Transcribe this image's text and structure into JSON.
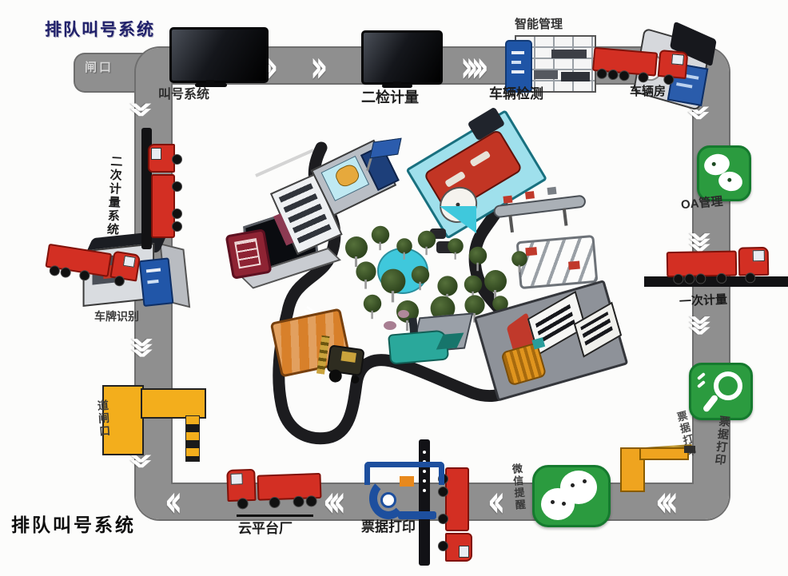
{
  "titles": {
    "top_left": "排队叫号系统",
    "bottom_left": "排队叫号系统"
  },
  "labels": {
    "gate_stub": "闸口",
    "queue_monitor": "叫号系统",
    "second_check": "二检计量",
    "smart_manage": "智能管理",
    "vehicle_detect": "车辆检测",
    "vehicle_house": "车辆房",
    "oa_manage": "OA管理",
    "first_weigh": "一次计量",
    "ticket_print_right": "票据打印",
    "ticket_print_right2": "票据打印",
    "wechat_notice": "微信提醒",
    "ticket_print_bottom": "票据打印",
    "cloud_platform": "云平台厂",
    "barrier_gate": "道闸口",
    "plate_recog": "车牌识别",
    "second_weigh_system": "二次计量系统"
  },
  "glyphs": {
    "c1": "›",
    "c2": "››",
    "c3": "›››",
    "c4": "››››",
    "l1": "‹",
    "l2": "‹‹",
    "l3": "‹‹‹"
  },
  "colors": {
    "road": "#8f8f8f",
    "road_edge": "#6e6e6e",
    "inner_road": "#1c1c1f",
    "truck_red": "#d32f23",
    "green_icon": "#2b9b3f",
    "blue": "#1d4f9e",
    "barrier_yellow": "#f3ae1c",
    "barrier_orange": "#efa41f",
    "pond_cyan": "#3fc8dc"
  }
}
